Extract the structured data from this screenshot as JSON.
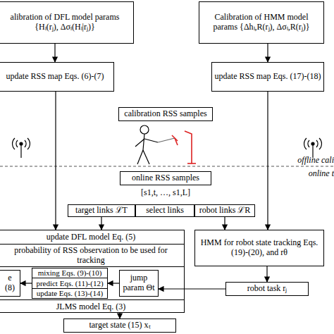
{
  "diagram": {
    "nodes": [
      {
        "text": [
          "alibration of DFL model params {Hₗ(rⱼ), Δσₗ(Hₗ|rⱼ)}"
        ]
      },
      {
        "text": [
          "Calibration of HMM model params {Δhₗ,R(rⱼ), Δσₗ,R(rⱼ)}"
        ]
      },
      {
        "text": [
          "update RSS map Eqs. (6)-(7)"
        ]
      },
      {
        "text": [
          "update RSS map Eqs. (17)-(18)"
        ]
      },
      {
        "text": [
          "calibration RSS samples"
        ]
      },
      {
        "text": [
          "online RSS samples"
        ]
      },
      {
        "text": [
          "target links ℒT"
        ]
      },
      {
        "text": [
          "select links"
        ]
      },
      {
        "text": [
          "robot links ℒR"
        ]
      },
      {
        "text": [
          "update DFL model Eq. (5)",
          "probability of RSS observation to be used for tracking",
          "JLMS model Eq. (3)"
        ]
      },
      {
        "text": [
          "e",
          "(8)"
        ],
        "in": 9
      },
      {
        "text": [
          "mixing Eqs. (9)-(10)",
          "predict Eqs. (11)-(12)",
          "update Eqs. (13)-(14)"
        ],
        "in": 9
      },
      {
        "text": [
          "jump param Θt"
        ],
        "in": 9
      },
      {
        "text": [
          "HMM for robot state tracking Eqs. (19)-(20), and rθ"
        ]
      },
      {
        "text": [
          "robot task rⱼ"
        ]
      },
      {
        "text": [
          "target state (15) xₜ"
        ]
      }
    ],
    "edges": [
      {
        "from": 0,
        "to": 2,
        "arrow": "to"
      },
      {
        "from": 1,
        "to": 3,
        "arrow": "to"
      },
      {
        "from": 2,
        "to": 9,
        "arrow": "to"
      },
      {
        "from": 3,
        "to": 13,
        "arrow": "to"
      },
      {
        "from": 6,
        "to": 9,
        "arrow": "to"
      },
      {
        "from": 8,
        "to": 13,
        "arrow": "to"
      },
      {
        "from": 13,
        "to": 14,
        "arrow": "to"
      },
      {
        "from": 14,
        "to": 12,
        "arrow": "to"
      },
      {
        "from": 12,
        "to": 11,
        "arrow": "to"
      },
      {
        "from": 11,
        "to": 10,
        "arrow": "to"
      },
      {
        "from": 9,
        "to": 15,
        "arrow": "to"
      }
    ],
    "labels": [
      "[s1,t, …, s1,L]",
      "offline cali",
      "online t"
    ]
  }
}
